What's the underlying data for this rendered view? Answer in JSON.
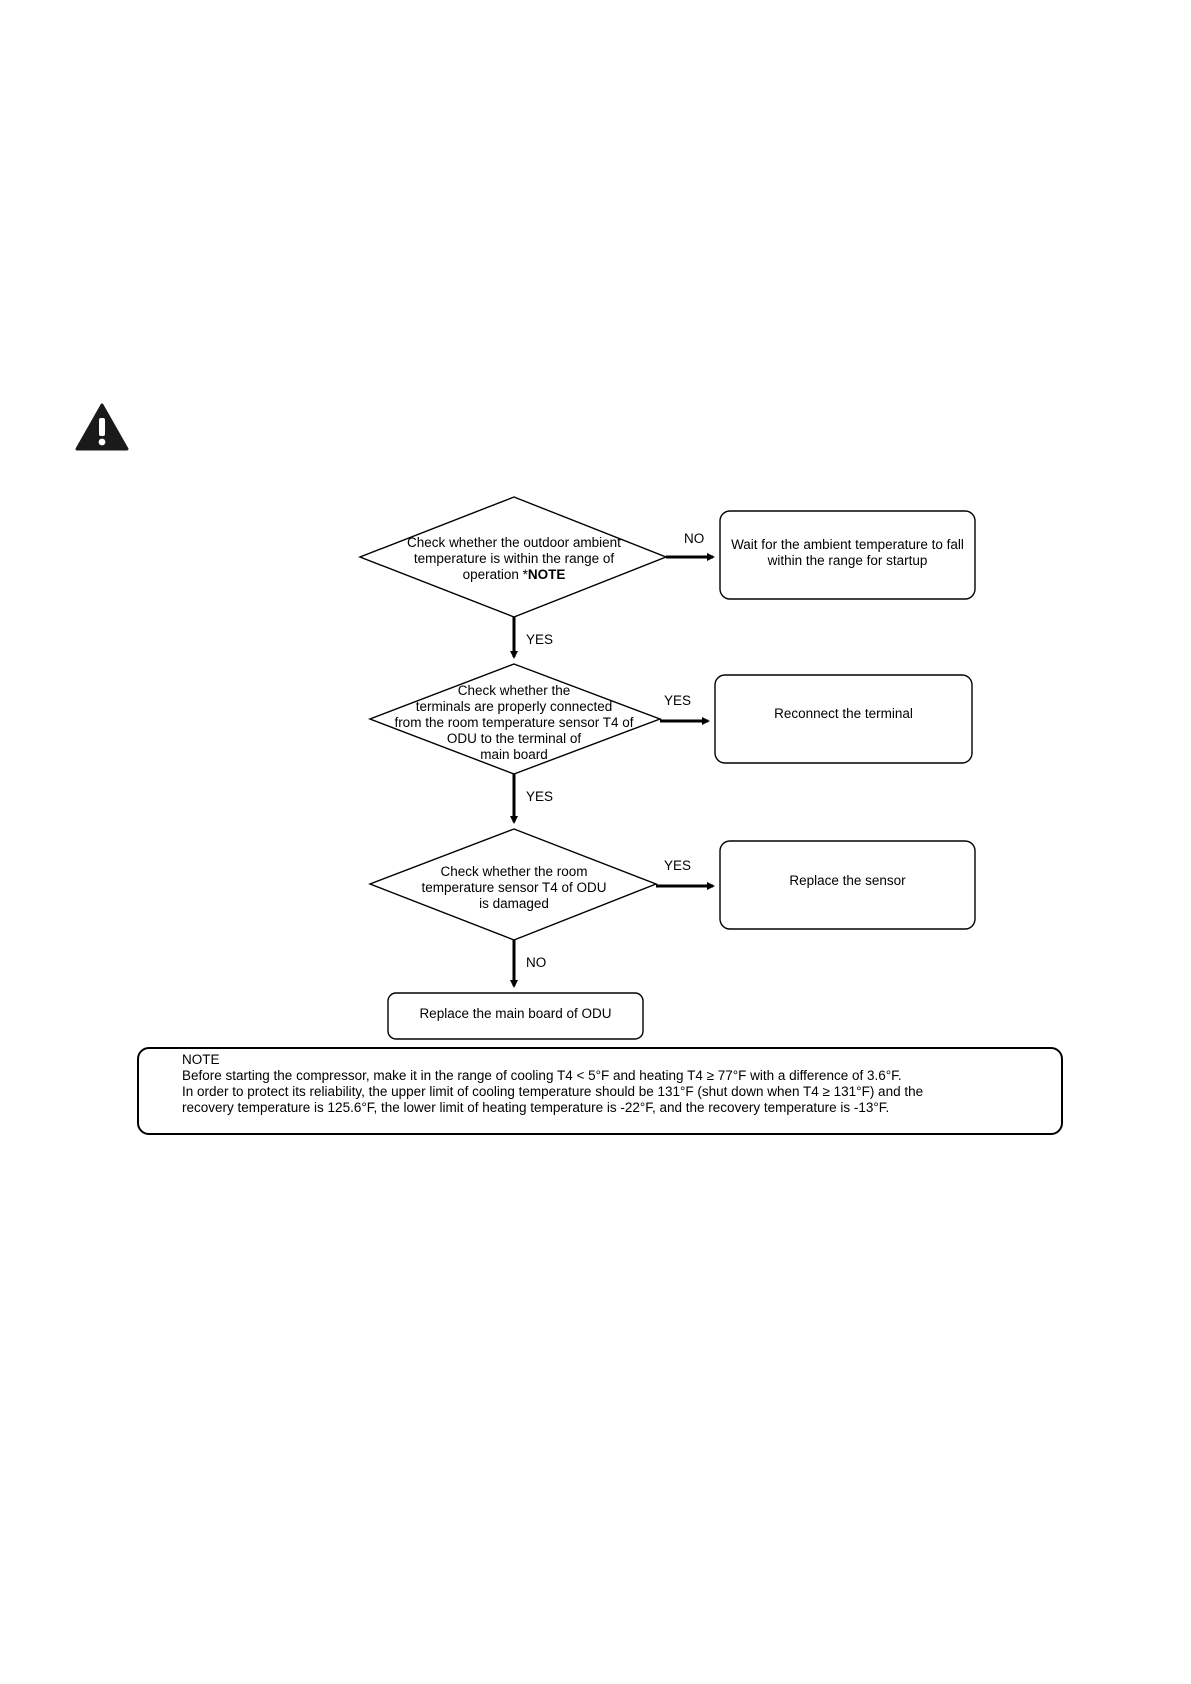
{
  "diagram": {
    "decisions": [
      {
        "lines": [
          "Check whether the outdoor ambient",
          "temperature is within the range of"
        ],
        "last_line_prefix": "operation *",
        "last_line_bold": "NOTE"
      },
      {
        "lines": [
          "Check whether the",
          "terminals are properly connected",
          "from the room temperature sensor T4 of",
          "ODU to the terminal of",
          "main board"
        ]
      },
      {
        "lines": [
          "Check whether the room",
          "temperature sensor T4 of ODU",
          "is damaged"
        ]
      }
    ],
    "actions": [
      {
        "lines": [
          "Wait for the ambient temperature to fall",
          "within the range for startup"
        ]
      },
      {
        "lines": [
          "Reconnect the terminal"
        ]
      },
      {
        "lines": [
          "Replace the sensor"
        ]
      },
      {
        "lines": [
          "Replace the main board of ODU"
        ]
      }
    ],
    "edge_labels": {
      "d1_right": "NO",
      "d1_down": "YES",
      "d2_right": "YES",
      "d2_down": "YES",
      "d3_right": "YES",
      "d3_down": "NO"
    }
  },
  "note": {
    "title": "NOTE",
    "lines": [
      "Before starting the compressor, make it in the range of cooling T4 < 5°F and heating T4 ≥ 77°F with a difference of 3.6°F.",
      "In order to protect its reliability, the upper limit of cooling temperature should be 131°F (shut down when T4 ≥ 131°F) and the",
      "recovery temperature is 125.6°F, the lower limit of heating temperature is -22°F, and the recovery temperature is -13°F."
    ]
  }
}
